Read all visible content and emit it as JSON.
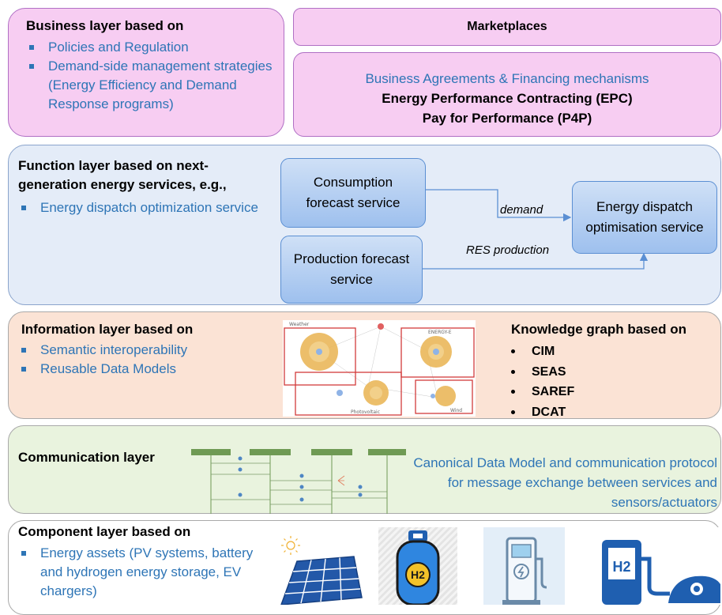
{
  "business": {
    "title": "Business layer based on",
    "items": [
      "Policies and Regulation",
      "Demand-side management strategies (Energy Efficiency and Demand Response programs)"
    ],
    "marketplaces": "Marketplaces",
    "agreements": "Business Agreements & Financing mechanisms",
    "epc": "Energy Performance Contracting (EPC)",
    "p4p": "Pay for Performance (P4P)",
    "colors": {
      "fill": "#f7cdf2",
      "border": "#b06fc4"
    }
  },
  "function": {
    "title": "Function layer based on next-generation energy services, e.g.,",
    "items": [
      "Energy dispatch optimization service"
    ],
    "consumption_service": "Consumption forecast service",
    "production_service": "Production forecast service",
    "dispatch_service": "Energy dispatch optimisation service",
    "demand_label": "demand",
    "res_label": "RES production",
    "colors": {
      "fill": "#e4ecf8",
      "border": "#8aa4cc",
      "service": "#b7d0f2"
    }
  },
  "information": {
    "title": "Information layer based on",
    "items": [
      "Semantic interoperability",
      "Reusable Data Models"
    ],
    "kg_title": "Knowledge graph based on",
    "kg_items": [
      "CIM",
      "SEAS",
      "SAREF",
      "DCAT"
    ],
    "graph_labels": [
      "Weather",
      "ENERGY-E",
      "Photovoltaic",
      "Wind"
    ],
    "colors": {
      "fill": "#fbe3d5",
      "border": "#a9a9a9"
    }
  },
  "communication": {
    "title": "Communication layer",
    "text": "Canonical Data Model and communication protocol for message exchange between services and sensors/actuators",
    "colors": {
      "fill": "#e9f3de",
      "border": "#a9a9a9"
    }
  },
  "component": {
    "title": "Component layer based on",
    "items": [
      "Energy assets (PV systems, battery and hydrogen energy storage, EV chargers)"
    ],
    "icons": [
      "solar-panel-icon",
      "hydrogen-tank-icon",
      "ev-charger-icon",
      "hydrogen-station-icon"
    ],
    "icon_text": "H2",
    "colors": {
      "fill": "#ffffff",
      "border": "#a9a9a9",
      "icon": "#1f5fb0"
    }
  }
}
